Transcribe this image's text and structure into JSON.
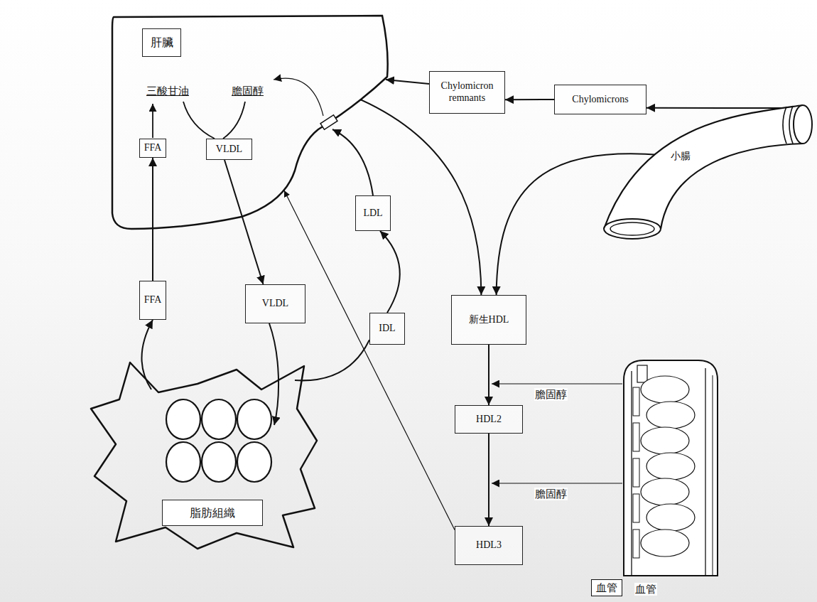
{
  "diagram": {
    "nodes": [
      {
        "text": [
          "肝臟"
        ]
      },
      {
        "text": [
          "FFA"
        ],
        "in": 0
      },
      {
        "text": [
          "VLDL"
        ],
        "in": 0
      },
      {
        "text": [
          "Chylomicron remnants"
        ]
      },
      {
        "text": [
          "Chylomicrons"
        ]
      },
      {
        "text": [
          "小腸"
        ]
      },
      {
        "text": [
          "FFA"
        ]
      },
      {
        "text": [
          "VLDL"
        ]
      },
      {
        "text": [
          "LDL"
        ]
      },
      {
        "text": [
          "IDL"
        ]
      },
      {
        "text": [
          "新生HDL"
        ]
      },
      {
        "text": [
          "HDL2"
        ]
      },
      {
        "text": [
          "HDL3"
        ]
      },
      {
        "text": [
          "脂肪組織"
        ]
      }
    ],
    "edges": [
      {
        "from": 4,
        "to": 3,
        "arrow": "to"
      },
      {
        "from": 3,
        "to": 0,
        "arrow": "to"
      },
      {
        "from": 5,
        "to": 4,
        "arrow": "to"
      },
      {
        "from": 5,
        "to": 10,
        "arrow": "to"
      },
      {
        "from": 0,
        "to": 10,
        "arrow": "to"
      },
      {
        "from": 10,
        "to": 11,
        "arrow": "to"
      },
      {
        "from": 11,
        "to": 12,
        "arrow": "to"
      },
      {
        "from": 12,
        "to": 0,
        "arrow": "to"
      },
      {
        "from": 8,
        "to": 0,
        "arrow": "to"
      },
      {
        "from": 9,
        "to": 8,
        "arrow": "to"
      },
      {
        "from": 7,
        "to": 13,
        "arrow": "to"
      },
      {
        "from": 13,
        "to": 9,
        "arrow": "none"
      },
      {
        "from": 2,
        "to": 7,
        "arrow": "to"
      },
      {
        "from": 13,
        "to": 6,
        "arrow": "to"
      },
      {
        "from": 6,
        "to": 1,
        "arrow": "to"
      }
    ],
    "labels": [
      "三酸甘油",
      "膽固醇",
      "膽固醇",
      "膽固醇",
      "血管",
      "血管"
    ]
  }
}
